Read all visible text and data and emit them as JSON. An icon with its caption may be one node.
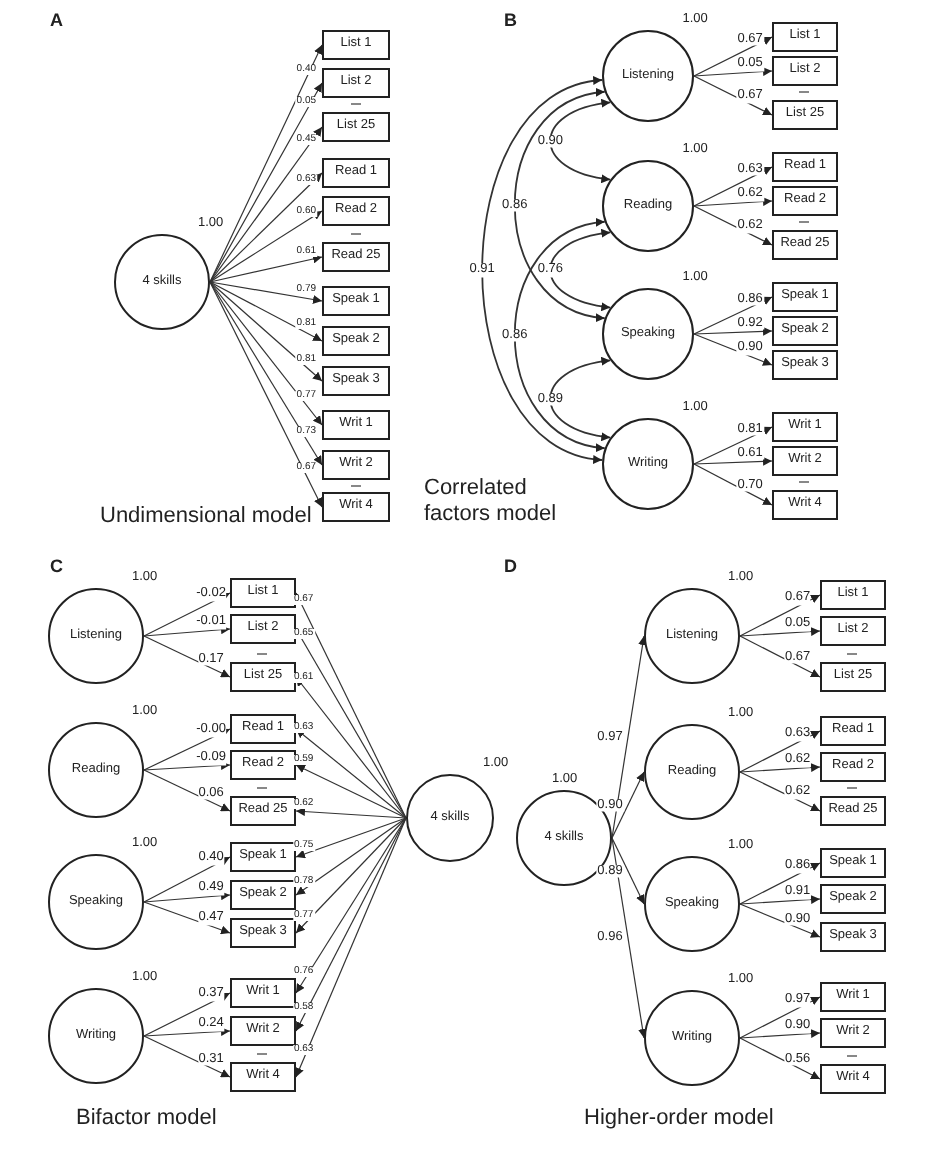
{
  "diagram": {
    "nodes": [
      {
        "text": [
          "4 skills"
        ],
        "beside": [
          "1.00"
        ]
      },
      {
        "text": [
          "List 1"
        ]
      },
      {
        "text": [
          "List 2"
        ]
      },
      {
        "text": [
          "List 25"
        ]
      },
      {
        "text": [
          "Read 1"
        ]
      },
      {
        "text": [
          "Read 2"
        ]
      },
      {
        "text": [
          "Read 25"
        ]
      },
      {
        "text": [
          "Speak 1"
        ]
      },
      {
        "text": [
          "Speak 2"
        ]
      },
      {
        "text": [
          "Speak 3"
        ]
      },
      {
        "text": [
          "Writ 1"
        ]
      },
      {
        "text": [
          "Writ 2"
        ]
      },
      {
        "text": [
          "Writ 4"
        ]
      },
      {
        "text": [
          "Listening"
        ],
        "beside": [
          "1.00"
        ]
      },
      {
        "text": [
          "List 1"
        ]
      },
      {
        "text": [
          "List 2"
        ]
      },
      {
        "text": [
          "List 25"
        ]
      },
      {
        "text": [
          "Reading"
        ],
        "beside": [
          "1.00"
        ]
      },
      {
        "text": [
          "Read 1"
        ]
      },
      {
        "text": [
          "Read 2"
        ]
      },
      {
        "text": [
          "Read 25"
        ]
      },
      {
        "text": [
          "Speaking"
        ],
        "beside": [
          "1.00"
        ]
      },
      {
        "text": [
          "Speak 1"
        ]
      },
      {
        "text": [
          "Speak 2"
        ]
      },
      {
        "text": [
          "Speak 3"
        ]
      },
      {
        "text": [
          "Writing"
        ],
        "beside": [
          "1.00"
        ]
      },
      {
        "text": [
          "Writ 1"
        ]
      },
      {
        "text": [
          "Writ 2"
        ]
      },
      {
        "text": [
          "Writ 4"
        ]
      },
      {
        "text": [
          "Listening"
        ],
        "beside": [
          "1.00"
        ]
      },
      {
        "text": [
          "List 1"
        ]
      },
      {
        "text": [
          "List 2"
        ]
      },
      {
        "text": [
          "List 25"
        ]
      },
      {
        "text": [
          "Reading"
        ],
        "beside": [
          "1.00"
        ]
      },
      {
        "text": [
          "Read 1"
        ]
      },
      {
        "text": [
          "Read 2"
        ]
      },
      {
        "text": [
          "Read 25"
        ]
      },
      {
        "text": [
          "Speaking"
        ],
        "beside": [
          "1.00"
        ]
      },
      {
        "text": [
          "Speak 1"
        ]
      },
      {
        "text": [
          "Speak 2"
        ]
      },
      {
        "text": [
          "Speak 3"
        ]
      },
      {
        "text": [
          "Writing"
        ],
        "beside": [
          "1.00"
        ]
      },
      {
        "text": [
          "Writ 1"
        ]
      },
      {
        "text": [
          "Writ 2"
        ]
      },
      {
        "text": [
          "Writ 4"
        ]
      },
      {
        "text": [
          "4 skills"
        ],
        "beside": [
          "1.00"
        ]
      },
      {
        "text": [
          "4 skills"
        ],
        "beside": [
          "1.00"
        ]
      },
      {
        "text": [
          "Listening"
        ],
        "beside": [
          "1.00"
        ]
      },
      {
        "text": [
          "List 1"
        ]
      },
      {
        "text": [
          "List 2"
        ]
      },
      {
        "text": [
          "List 25"
        ]
      },
      {
        "text": [
          "Reading"
        ],
        "beside": [
          "1.00"
        ]
      },
      {
        "text": [
          "Read 1"
        ]
      },
      {
        "text": [
          "Read 2"
        ]
      },
      {
        "text": [
          "Read 25"
        ]
      },
      {
        "text": [
          "Speaking"
        ],
        "beside": [
          "1.00"
        ]
      },
      {
        "text": [
          "Speak 1"
        ]
      },
      {
        "text": [
          "Speak 2"
        ]
      },
      {
        "text": [
          "Speak 3"
        ]
      },
      {
        "text": [
          "Writing"
        ],
        "beside": [
          "1.00"
        ]
      },
      {
        "text": [
          "Writ 1"
        ]
      },
      {
        "text": [
          "Writ 2"
        ]
      },
      {
        "text": [
          "Writ 4"
        ]
      }
    ],
    "edges": [
      {
        "from": 0,
        "to": 1,
        "arrow": "to",
        "label": "0.40"
      },
      {
        "from": 0,
        "to": 2,
        "arrow": "to",
        "label": "0.05"
      },
      {
        "from": 0,
        "to": 3,
        "arrow": "to",
        "label": "0.45"
      },
      {
        "from": 0,
        "to": 4,
        "arrow": "to",
        "label": "0.63"
      },
      {
        "from": 0,
        "to": 5,
        "arrow": "to",
        "label": "0.60"
      },
      {
        "from": 0,
        "to": 6,
        "arrow": "to",
        "label": "0.61"
      },
      {
        "from": 0,
        "to": 7,
        "arrow": "to",
        "label": "0.79"
      },
      {
        "from": 0,
        "to": 8,
        "arrow": "to",
        "label": "0.81"
      },
      {
        "from": 0,
        "to": 9,
        "arrow": "to",
        "label": "0.81"
      },
      {
        "from": 0,
        "to": 10,
        "arrow": "to",
        "label": "0.77"
      },
      {
        "from": 0,
        "to": 11,
        "arrow": "to",
        "label": "0.73"
      },
      {
        "from": 0,
        "to": 12,
        "arrow": "to",
        "label": "0.67"
      },
      {
        "from": 13,
        "to": 14,
        "arrow": "to",
        "label": "0.67"
      },
      {
        "from": 13,
        "to": 15,
        "arrow": "to",
        "label": "0.05"
      },
      {
        "from": 13,
        "to": 16,
        "arrow": "to",
        "label": "0.67"
      },
      {
        "from": 17,
        "to": 18,
        "arrow": "to",
        "label": "0.63"
      },
      {
        "from": 17,
        "to": 19,
        "arrow": "to",
        "label": "0.62"
      },
      {
        "from": 17,
        "to": 20,
        "arrow": "to",
        "label": "0.62"
      },
      {
        "from": 21,
        "to": 22,
        "arrow": "to",
        "label": "0.86"
      },
      {
        "from": 21,
        "to": 23,
        "arrow": "to",
        "label": "0.92"
      },
      {
        "from": 21,
        "to": 24,
        "arrow": "to",
        "label": "0.90"
      },
      {
        "from": 25,
        "to": 26,
        "arrow": "to",
        "label": "0.81"
      },
      {
        "from": 25,
        "to": 27,
        "arrow": "to",
        "label": "0.61"
      },
      {
        "from": 25,
        "to": 28,
        "arrow": "to",
        "label": "0.70"
      },
      {
        "from": 13,
        "to": 17,
        "arrow": "both",
        "label": "0.90"
      },
      {
        "from": 17,
        "to": 21,
        "arrow": "both",
        "label": "0.76"
      },
      {
        "from": 21,
        "to": 25,
        "arrow": "both",
        "label": "0.89"
      },
      {
        "from": 13,
        "to": 21,
        "arrow": "both",
        "label": "0.86"
      },
      {
        "from": 17,
        "to": 25,
        "arrow": "both",
        "label": "0.86"
      },
      {
        "from": 13,
        "to": 25,
        "arrow": "both",
        "label": "0.91"
      },
      {
        "from": 29,
        "to": 30,
        "arrow": "to",
        "label": "-0.02"
      },
      {
        "from": 29,
        "to": 31,
        "arrow": "to",
        "label": "-0.01"
      },
      {
        "from": 29,
        "to": 32,
        "arrow": "to",
        "label": "0.17"
      },
      {
        "from": 33,
        "to": 34,
        "arrow": "to",
        "label": "-0.00"
      },
      {
        "from": 33,
        "to": 35,
        "arrow": "to",
        "label": "-0.09"
      },
      {
        "from": 33,
        "to": 36,
        "arrow": "to",
        "label": "0.06"
      },
      {
        "from": 37,
        "to": 38,
        "arrow": "to",
        "label": "0.40"
      },
      {
        "from": 37,
        "to": 39,
        "arrow": "to",
        "label": "0.49"
      },
      {
        "from": 37,
        "to": 40,
        "arrow": "to",
        "label": "0.47"
      },
      {
        "from": 41,
        "to": 42,
        "arrow": "to",
        "label": "0.37"
      },
      {
        "from": 41,
        "to": 43,
        "arrow": "to",
        "label": "0.24"
      },
      {
        "from": 41,
        "to": 44,
        "arrow": "to",
        "label": "0.31"
      },
      {
        "from": 45,
        "to": 30,
        "arrow": "to",
        "label": "0.67"
      },
      {
        "from": 45,
        "to": 31,
        "arrow": "to",
        "label": "0.65"
      },
      {
        "from": 45,
        "to": 32,
        "arrow": "to",
        "label": "0.61"
      },
      {
        "from": 45,
        "to": 34,
        "arrow": "to",
        "label": "0.63"
      },
      {
        "from": 45,
        "to": 35,
        "arrow": "to",
        "label": "0.59"
      },
      {
        "from": 45,
        "to": 36,
        "arrow": "to",
        "label": "0.62"
      },
      {
        "from": 45,
        "to": 38,
        "arrow": "to",
        "label": "0.75"
      },
      {
        "from": 45,
        "to": 39,
        "arrow": "to",
        "label": "0.78"
      },
      {
        "from": 45,
        "to": 40,
        "arrow": "to",
        "label": "0.77"
      },
      {
        "from": 45,
        "to": 42,
        "arrow": "to",
        "label": "0.76"
      },
      {
        "from": 45,
        "to": 43,
        "arrow": "to",
        "label": "0.58"
      },
      {
        "from": 45,
        "to": 44,
        "arrow": "to",
        "label": "0.63"
      },
      {
        "from": 46,
        "to": 47,
        "arrow": "to",
        "label": "0.97"
      },
      {
        "from": 46,
        "to": 51,
        "arrow": "to",
        "label": "0.90"
      },
      {
        "from": 46,
        "to": 55,
        "arrow": "to",
        "label": "0.89"
      },
      {
        "from": 46,
        "to": 59,
        "arrow": "to",
        "label": "0.96"
      },
      {
        "from": 47,
        "to": 48,
        "arrow": "to",
        "label": "0.67"
      },
      {
        "from": 47,
        "to": 49,
        "arrow": "to",
        "label": "0.05"
      },
      {
        "from": 47,
        "to": 50,
        "arrow": "to",
        "label": "0.67"
      },
      {
        "from": 51,
        "to": 52,
        "arrow": "to",
        "label": "0.63"
      },
      {
        "from": 51,
        "to": 53,
        "arrow": "to",
        "label": "0.62"
      },
      {
        "from": 51,
        "to": 54,
        "arrow": "to",
        "label": "0.62"
      },
      {
        "from": 55,
        "to": 56,
        "arrow": "to",
        "label": "0.86"
      },
      {
        "from": 55,
        "to": 57,
        "arrow": "to",
        "label": "0.91"
      },
      {
        "from": 55,
        "to": 58,
        "arrow": "to",
        "label": "0.90"
      },
      {
        "from": 59,
        "to": 60,
        "arrow": "to",
        "label": "0.97"
      },
      {
        "from": 59,
        "to": 61,
        "arrow": "to",
        "label": "0.90"
      },
      {
        "from": 59,
        "to": 62,
        "arrow": "to",
        "label": "0.56"
      }
    ],
    "labels": [
      "A",
      "B",
      "Undimensional model",
      "Correlated factors model",
      "C",
      "D",
      "Bifactor model",
      "Higher-order model"
    ]
  }
}
